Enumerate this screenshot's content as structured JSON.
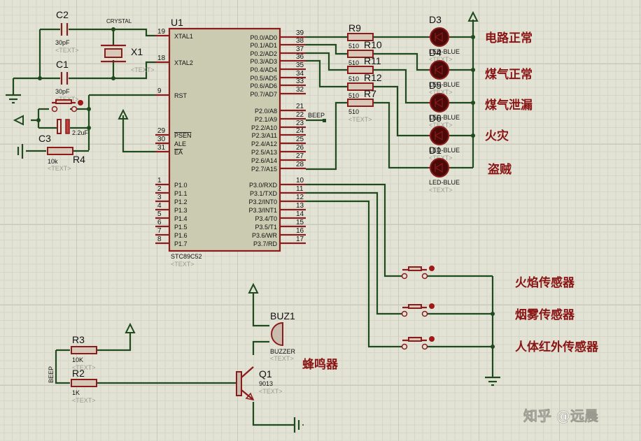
{
  "mcu": {
    "ref": "U1",
    "part": "STC89C52",
    "text_placeholder": "<TEXT>",
    "left_pins": [
      {
        "num": "19",
        "name": "XTAL1"
      },
      {
        "num": "18",
        "name": "XTAL2"
      },
      {
        "num": "9",
        "name": "RST"
      },
      {
        "num": "29",
        "name": "PSEN"
      },
      {
        "num": "30",
        "name": "ALE"
      },
      {
        "num": "31",
        "name": "EA"
      },
      {
        "num": "1",
        "name": "P1.0"
      },
      {
        "num": "2",
        "name": "P1.1"
      },
      {
        "num": "3",
        "name": "P1.2"
      },
      {
        "num": "4",
        "name": "P1.3"
      },
      {
        "num": "5",
        "name": "P1.4"
      },
      {
        "num": "6",
        "name": "P1.5"
      },
      {
        "num": "7",
        "name": "P1.6"
      },
      {
        "num": "8",
        "name": "P1.7"
      }
    ],
    "right_pins": [
      {
        "num": "39",
        "name": "P0.0/AD0"
      },
      {
        "num": "38",
        "name": "P0.1/AD1"
      },
      {
        "num": "37",
        "name": "P0.2/AD2"
      },
      {
        "num": "36",
        "name": "P0.3/AD3"
      },
      {
        "num": "35",
        "name": "P0.4/AD4"
      },
      {
        "num": "34",
        "name": "P0.5/AD5"
      },
      {
        "num": "33",
        "name": "P0.6/AD6"
      },
      {
        "num": "32",
        "name": "P0.7/AD7"
      },
      {
        "num": "21",
        "name": "P2.0/A8"
      },
      {
        "num": "22",
        "name": "P2.1/A9"
      },
      {
        "num": "23",
        "name": "P2.2/A10"
      },
      {
        "num": "24",
        "name": "P2.3/A11"
      },
      {
        "num": "25",
        "name": "P2.4/A12"
      },
      {
        "num": "26",
        "name": "P2.5/A13"
      },
      {
        "num": "27",
        "name": "P2.6/A14"
      },
      {
        "num": "28",
        "name": "P2.7/A15"
      },
      {
        "num": "10",
        "name": "P3.0/RXD"
      },
      {
        "num": "11",
        "name": "P3.1/TXD"
      },
      {
        "num": "12",
        "name": "P3.2/INT0"
      },
      {
        "num": "13",
        "name": "P3.3/INT1"
      },
      {
        "num": "14",
        "name": "P3.4/T0"
      },
      {
        "num": "15",
        "name": "P3.5/T1"
      },
      {
        "num": "16",
        "name": "P3.6/WR"
      },
      {
        "num": "17",
        "name": "P3.7/RD"
      }
    ]
  },
  "clock": {
    "c2": {
      "ref": "C2",
      "value": "30pF",
      "text": "<TEXT>"
    },
    "c1": {
      "ref": "C1",
      "value": "30pF",
      "text": "<TEXT>"
    },
    "crystal": {
      "ref": "X1",
      "part": "CRYSTAL",
      "text": "<TEXT>"
    }
  },
  "reset": {
    "c3": {
      "ref": "C3",
      "value": "2.2uF"
    },
    "r4": {
      "ref": "R4",
      "value": "10k",
      "text": "<TEXT>"
    }
  },
  "net_label": "BEEP",
  "resistors": [
    {
      "ref": "R9",
      "value": "510"
    },
    {
      "ref": "R10",
      "value": "510"
    },
    {
      "ref": "R11",
      "value": "510"
    },
    {
      "ref": "R12",
      "value": "510"
    },
    {
      "ref": "R7",
      "value": "510",
      "text": "<TEXT>"
    }
  ],
  "leds": [
    {
      "ref": "D3",
      "part": "LED-BLUE",
      "text": "<TEXT>",
      "label": "电路正常"
    },
    {
      "ref": "D4",
      "part": "LED-BLUE",
      "text": "<TEXT>",
      "label": "煤气正常"
    },
    {
      "ref": "D5",
      "part": "LED-BLUE",
      "text": "<TEXT>",
      "label": "煤气泄漏"
    },
    {
      "ref": "D6",
      "part": "LED-BLUE",
      "text": "<TEXT>",
      "label": "火灾"
    },
    {
      "ref": "D1",
      "part": "LED-BLUE",
      "text": "<TEXT>",
      "label": "盗贼"
    }
  ],
  "sensors": [
    {
      "label": "火焰传感器"
    },
    {
      "label": "烟雾传感器"
    },
    {
      "label": "人体红外传感器"
    }
  ],
  "buzzer": {
    "ref": "BUZ1",
    "part": "BUZZER",
    "text": "<TEXT>",
    "label": "蜂鸣器",
    "q1": {
      "ref": "Q1",
      "value": "9013",
      "text": "<TEXT>"
    },
    "r3": {
      "ref": "R3",
      "value": "10K",
      "text": "<TEXT>"
    },
    "r2": {
      "ref": "R2",
      "value": "1K",
      "text": "<TEXT>"
    },
    "net": "BEEP"
  },
  "watermark": "知乎 @远晨",
  "colors": {
    "background": "#e3e3d5",
    "wire": "#1e4a1e",
    "component": "#8a1c1c",
    "annotation": "#8a1414"
  }
}
